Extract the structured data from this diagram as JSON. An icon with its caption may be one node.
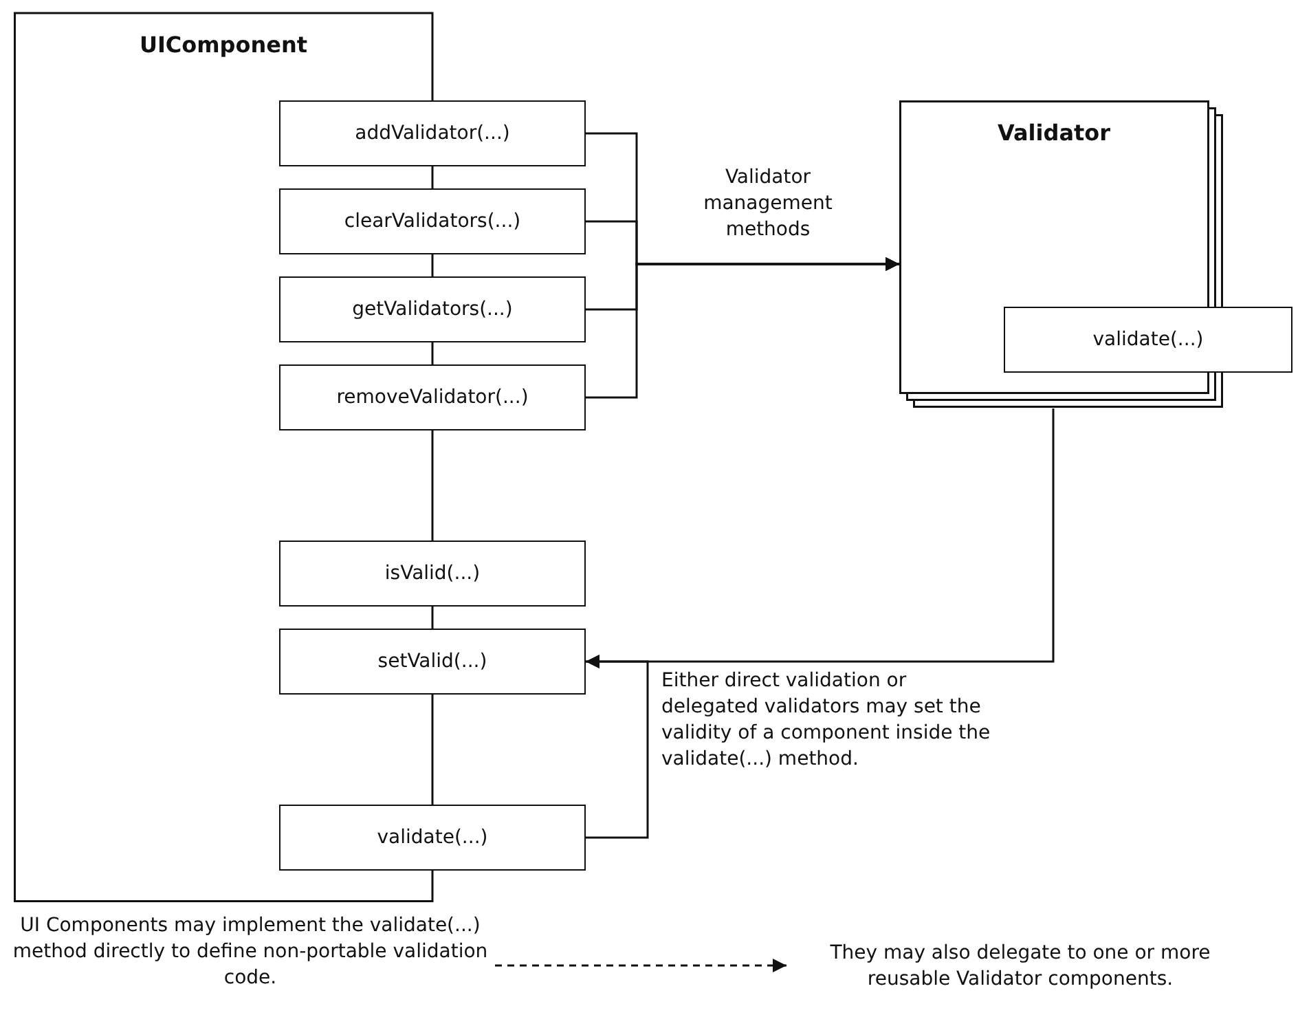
{
  "diagram": {
    "nodes": [
      {
        "text": [
          "UIComponent"
        ]
      },
      {
        "text": [
          "addValidator(...)"
        ]
      },
      {
        "text": [
          "clearValidators(...)"
        ]
      },
      {
        "text": [
          "getValidators(...)"
        ]
      },
      {
        "text": [
          "removeValidator(...)"
        ]
      },
      {
        "text": [
          "isValid(...)"
        ]
      },
      {
        "text": [
          "setValid(...)"
        ]
      },
      {
        "text": [
          "validate(...)"
        ]
      },
      {
        "text": [
          "Validator"
        ]
      },
      {
        "text": [
          "validate(...)"
        ]
      },
      {
        "text": [
          "UI Components may implement the validate(...) method directly to define non-portable validation code."
        ]
      },
      {
        "text": [
          "They may also delegate to one or more reusable Validator components."
        ]
      }
    ],
    "edges": [
      {
        "from": 1,
        "to": 8,
        "arrow": "to",
        "label": "Validator management methods"
      },
      {
        "from": 2,
        "to": 8,
        "arrow": "to"
      },
      {
        "from": 3,
        "to": 8,
        "arrow": "to"
      },
      {
        "from": 4,
        "to": 8,
        "arrow": "to"
      },
      {
        "from": 8,
        "to": 6,
        "arrow": "to"
      },
      {
        "from": 7,
        "to": 6,
        "arrow": "to"
      },
      {
        "from": 1,
        "to": 2,
        "arrow": "none"
      },
      {
        "from": 2,
        "to": 3,
        "arrow": "none"
      },
      {
        "from": 3,
        "to": 4,
        "arrow": "none"
      },
      {
        "from": 4,
        "to": 5,
        "arrow": "none"
      },
      {
        "from": 5,
        "to": 6,
        "arrow": "none"
      },
      {
        "from": 6,
        "to": 7,
        "arrow": "none"
      },
      {
        "from": 10,
        "to": 11,
        "arrow": "to",
        "style": "dashed"
      }
    ],
    "labels": [
      "Either direct validation or delegated validators may set the validity of a component inside the validate(...) method."
    ]
  }
}
